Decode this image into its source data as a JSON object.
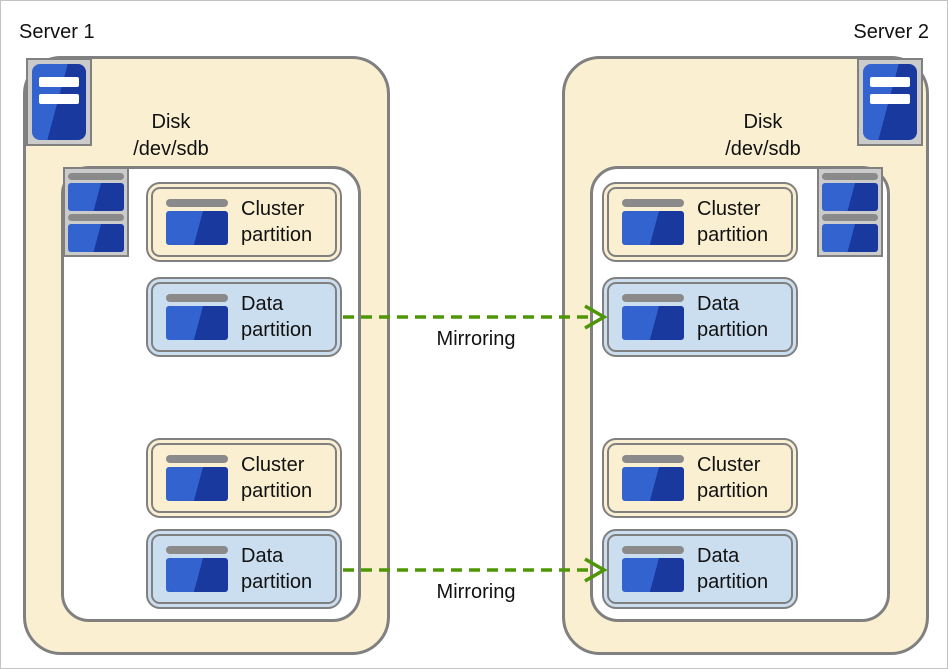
{
  "colors": {
    "cream": "#FBEFD2",
    "lightblue": "#CBDEF0",
    "border-gray": "#808080",
    "frame-gray": "#CBCBCB",
    "bar-gray": "#8A8A8A",
    "blue-light": "#3363CE",
    "blue-dark": "#19399F",
    "green": "#4E9606",
    "text": "#111111"
  },
  "icons": {
    "server": "server-icon",
    "disk": "disk-icon",
    "partition": "partition-icon"
  },
  "servers": [
    {
      "name": "Server 1",
      "disk": {
        "line1": "Disk",
        "line2": "/dev/sdb"
      },
      "partitions": [
        {
          "kind": "cluster",
          "label": "Cluster partition"
        },
        {
          "kind": "data",
          "label": "Data partition"
        },
        {
          "kind": "cluster",
          "label": "Cluster partition"
        },
        {
          "kind": "data",
          "label": "Data partition"
        }
      ]
    },
    {
      "name": "Server 2",
      "disk": {
        "line1": "Disk",
        "line2": "/dev/sdb"
      },
      "partitions": [
        {
          "kind": "cluster",
          "label": "Cluster partition"
        },
        {
          "kind": "data",
          "label": "Data partition"
        },
        {
          "kind": "cluster",
          "label": "Cluster partition"
        },
        {
          "kind": "data",
          "label": "Data partition"
        }
      ]
    }
  ],
  "arrows": [
    {
      "label": "Mirroring"
    },
    {
      "label": "Mirroring"
    }
  ]
}
